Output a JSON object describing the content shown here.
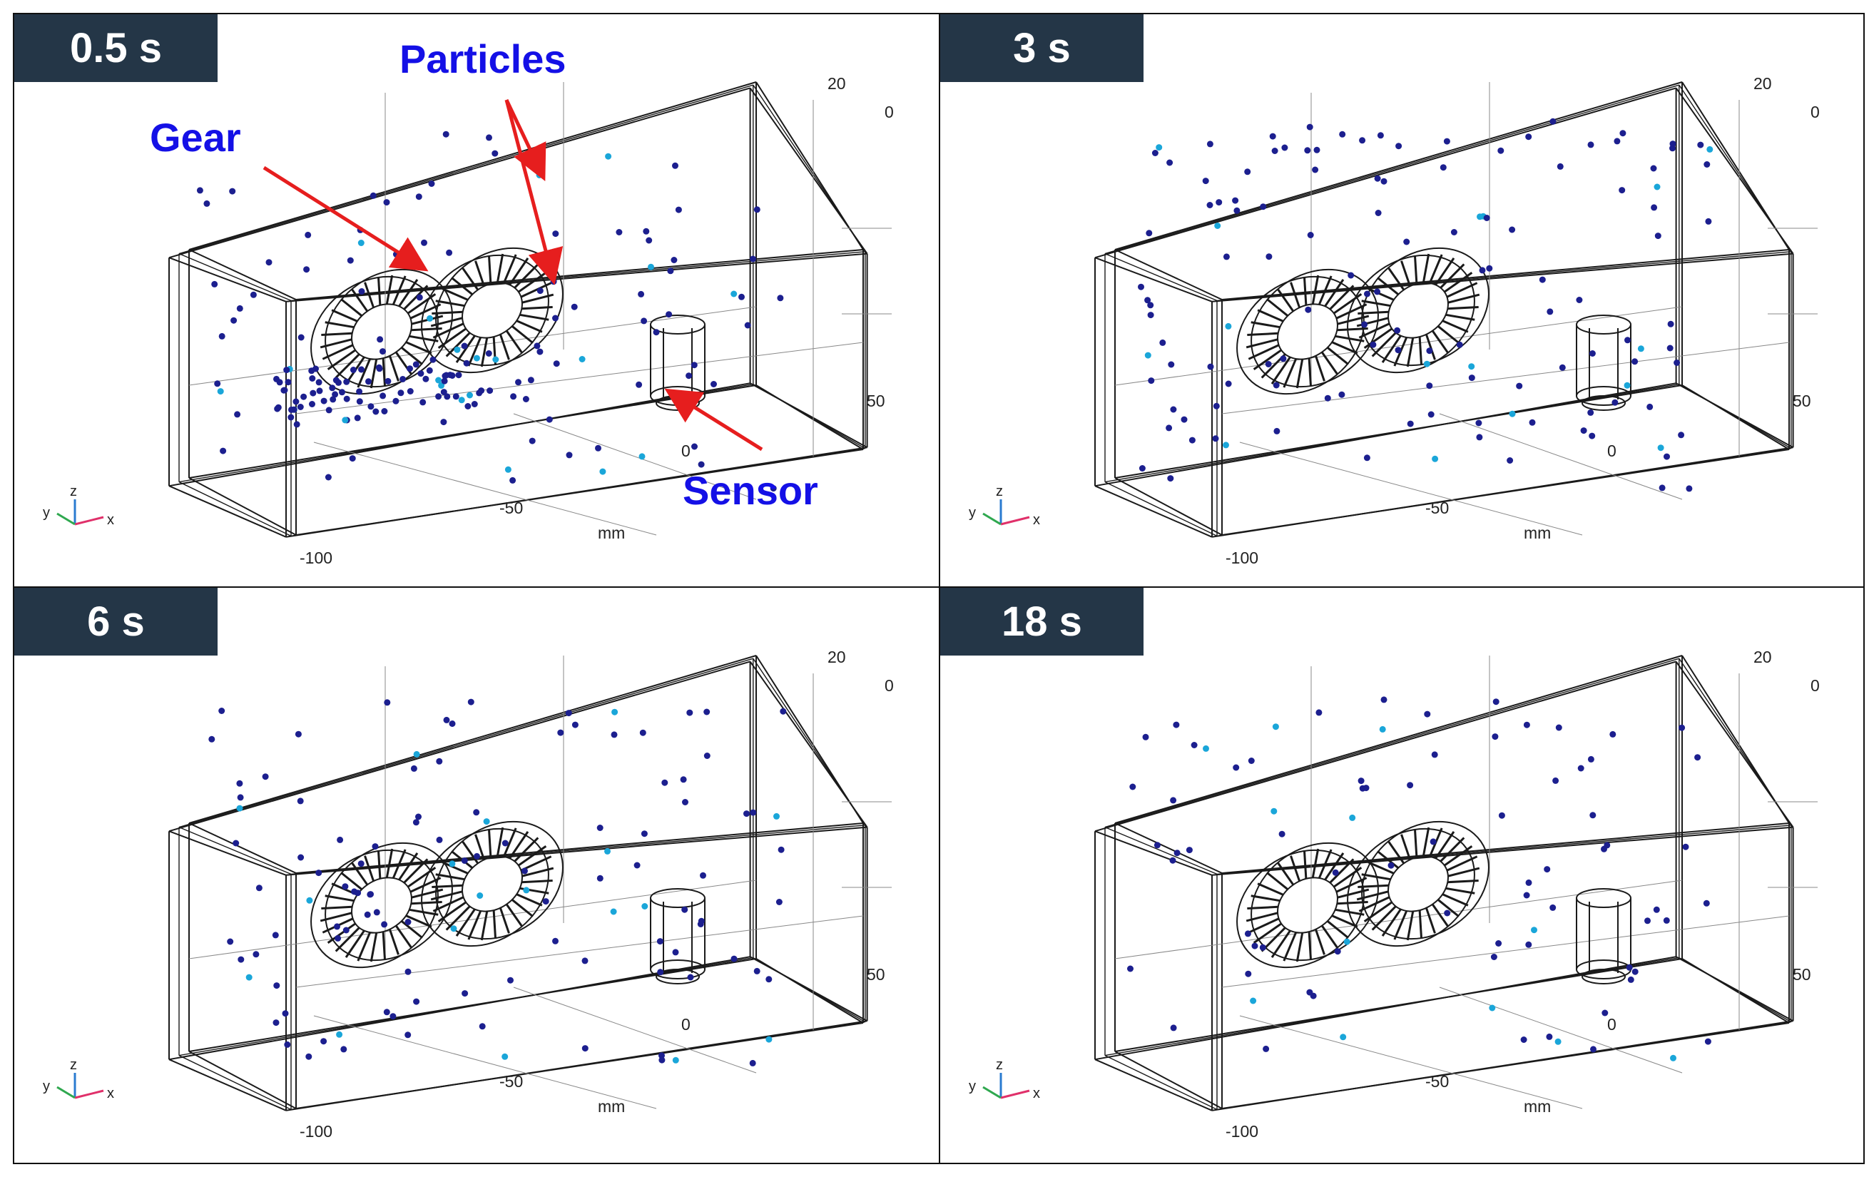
{
  "panels": [
    {
      "time_label": "0.5 s"
    },
    {
      "time_label": "3 s"
    },
    {
      "time_label": "6 s"
    },
    {
      "time_label": "18 s"
    }
  ],
  "annotations": {
    "gear": "Gear",
    "particles": "Particles",
    "sensor": "Sensor"
  },
  "axes": {
    "unit": "mm",
    "x_ticks": [
      "-100",
      "-50",
      "0",
      "50"
    ],
    "z_ticks": [
      "20",
      "0"
    ],
    "triad": {
      "y": "y",
      "z": "z",
      "x": "x"
    }
  },
  "colors": {
    "badge_bg": "#243647",
    "annotation_text": "#1410e6",
    "arrow": "#e61e1e",
    "particle_main": "#1c1f8f",
    "particle_alt": "#1aa6d9"
  }
}
